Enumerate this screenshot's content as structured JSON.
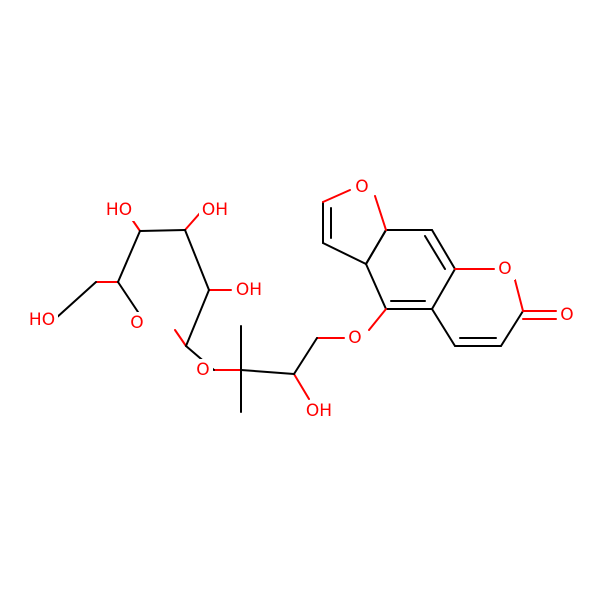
{
  "molecule": {
    "colors": {
      "carbon_bond": "#000000",
      "oxygen": "#ff0000",
      "background": "#ffffff"
    },
    "atom_labels": {
      "furan_o": "O",
      "lactone_o": "O",
      "carbonyl_o": "O",
      "ether_o": "O",
      "glycosidic_o": "O",
      "ring_o": "O",
      "oh_secondary": "OH",
      "oh_c2": "OH",
      "oh_c3": "OH",
      "oh_c4": "HO",
      "oh_c6": "HO"
    }
  }
}
